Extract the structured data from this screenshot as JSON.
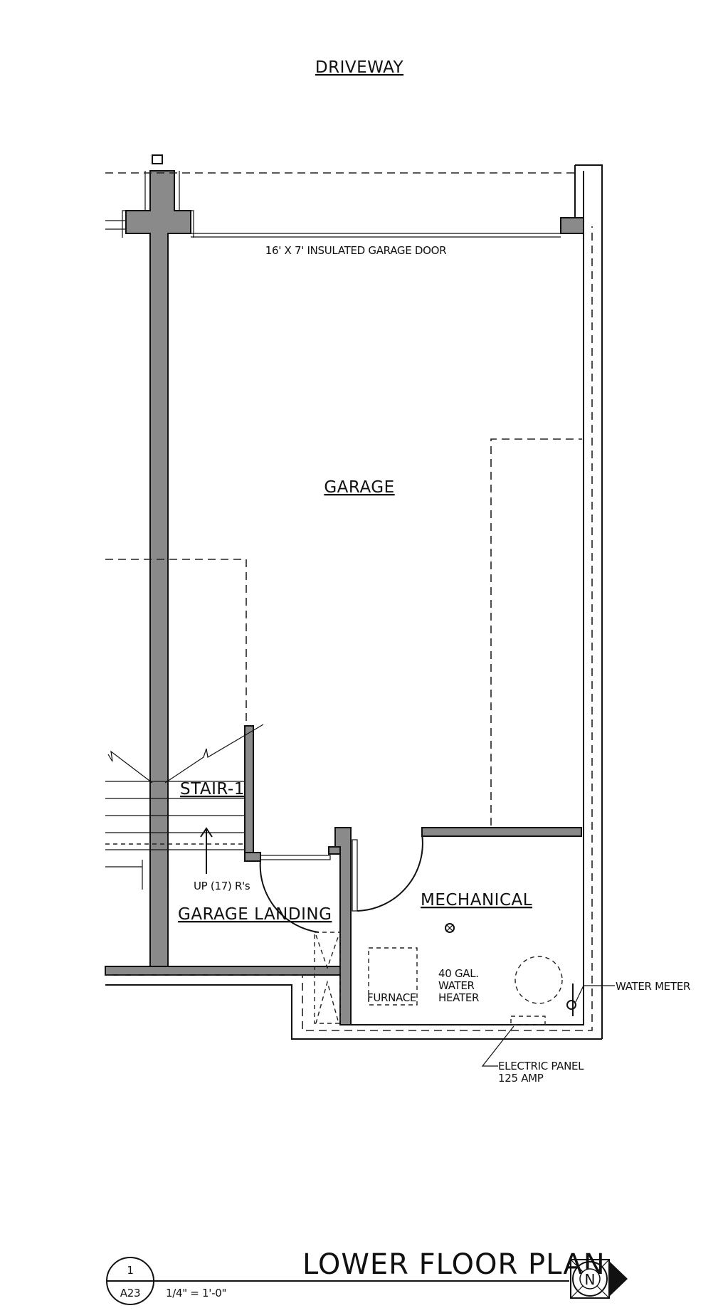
{
  "labels": {
    "driveway": "DRIVEWAY",
    "garage_door": "16' X 7' INSULATED GARAGE DOOR",
    "garage": "GARAGE",
    "stair": "STAIR-1",
    "stair_note": "UP (17) R's",
    "garage_landing": "GARAGE LANDING",
    "mechanical": "MECHANICAL",
    "furnace": "FURNACE",
    "water_heater": [
      "40 GAL.",
      "WATER",
      "HEATER"
    ],
    "water_meter": "WATER METER",
    "electric_panel": [
      "ELECTRIC PANEL",
      "125 AMP"
    ]
  },
  "title_block": {
    "title": "LOWER FLOOR PLAN",
    "scale": "1/4\" = 1'-0\"",
    "detail_number": "1",
    "sheet": "A23",
    "north_marker": "N"
  },
  "colors": {
    "wall_fill": "#8a8a8a",
    "line": "#111111",
    "background": "#ffffff"
  }
}
